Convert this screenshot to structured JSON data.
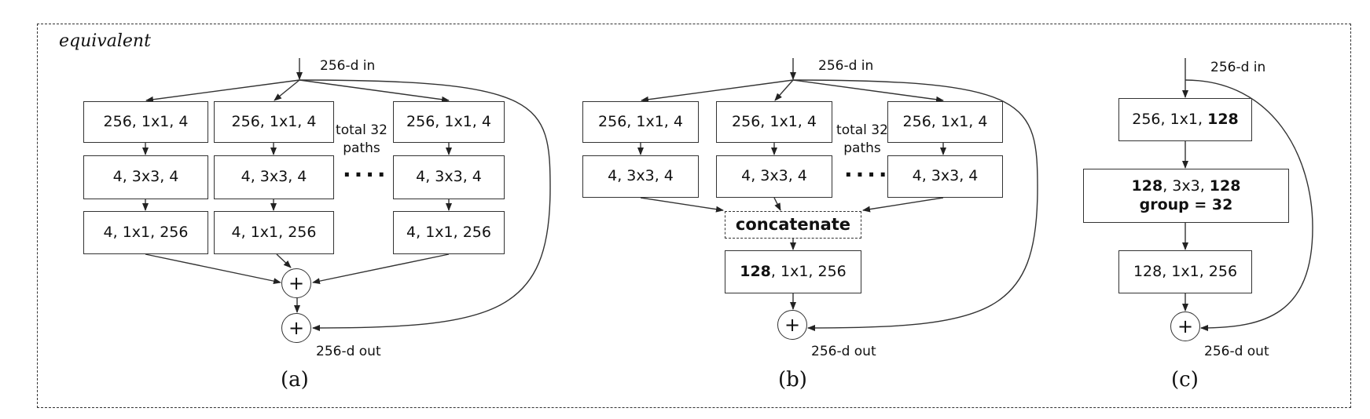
{
  "frame_label": "equivalent",
  "a": {
    "input": "256-d in",
    "output": "256-d out",
    "caption": "(a)",
    "path_note": "total 32\npaths",
    "dots": "····",
    "plus": "+",
    "col1": [
      "256, 1x1, 4",
      "4, 3x3, 4",
      "4, 1x1, 256"
    ],
    "col2": [
      "256, 1x1, 4",
      "4, 3x3, 4",
      "4, 1x1, 256"
    ],
    "col3": [
      "256, 1x1, 4",
      "4, 3x3, 4",
      "4, 1x1, 256"
    ]
  },
  "b": {
    "input": "256-d in",
    "output": "256-d out",
    "caption": "(b)",
    "path_note": "total 32\npaths",
    "dots": "····",
    "plus": "+",
    "col1": [
      "256, 1x1, 4",
      "4, 3x3, 4"
    ],
    "col2": [
      "256, 1x1, 4",
      "4, 3x3, 4"
    ],
    "col3": [
      "256, 1x1, 4",
      "4, 3x3, 4"
    ],
    "concat": "concatenate",
    "final_bold": "128",
    "final_rest": ", 1x1, 256"
  },
  "c": {
    "input": "256-d in",
    "output": "256-d out",
    "caption": "(c)",
    "plus": "+",
    "box1_rest": "256, 1x1, ",
    "box1_bold": "128",
    "box2_bold_a": "128",
    "box2_mid": ", 3x3, ",
    "box2_bold_b": "128",
    "box2_line2": "group = 32",
    "box3": "128, 1x1, 256"
  }
}
